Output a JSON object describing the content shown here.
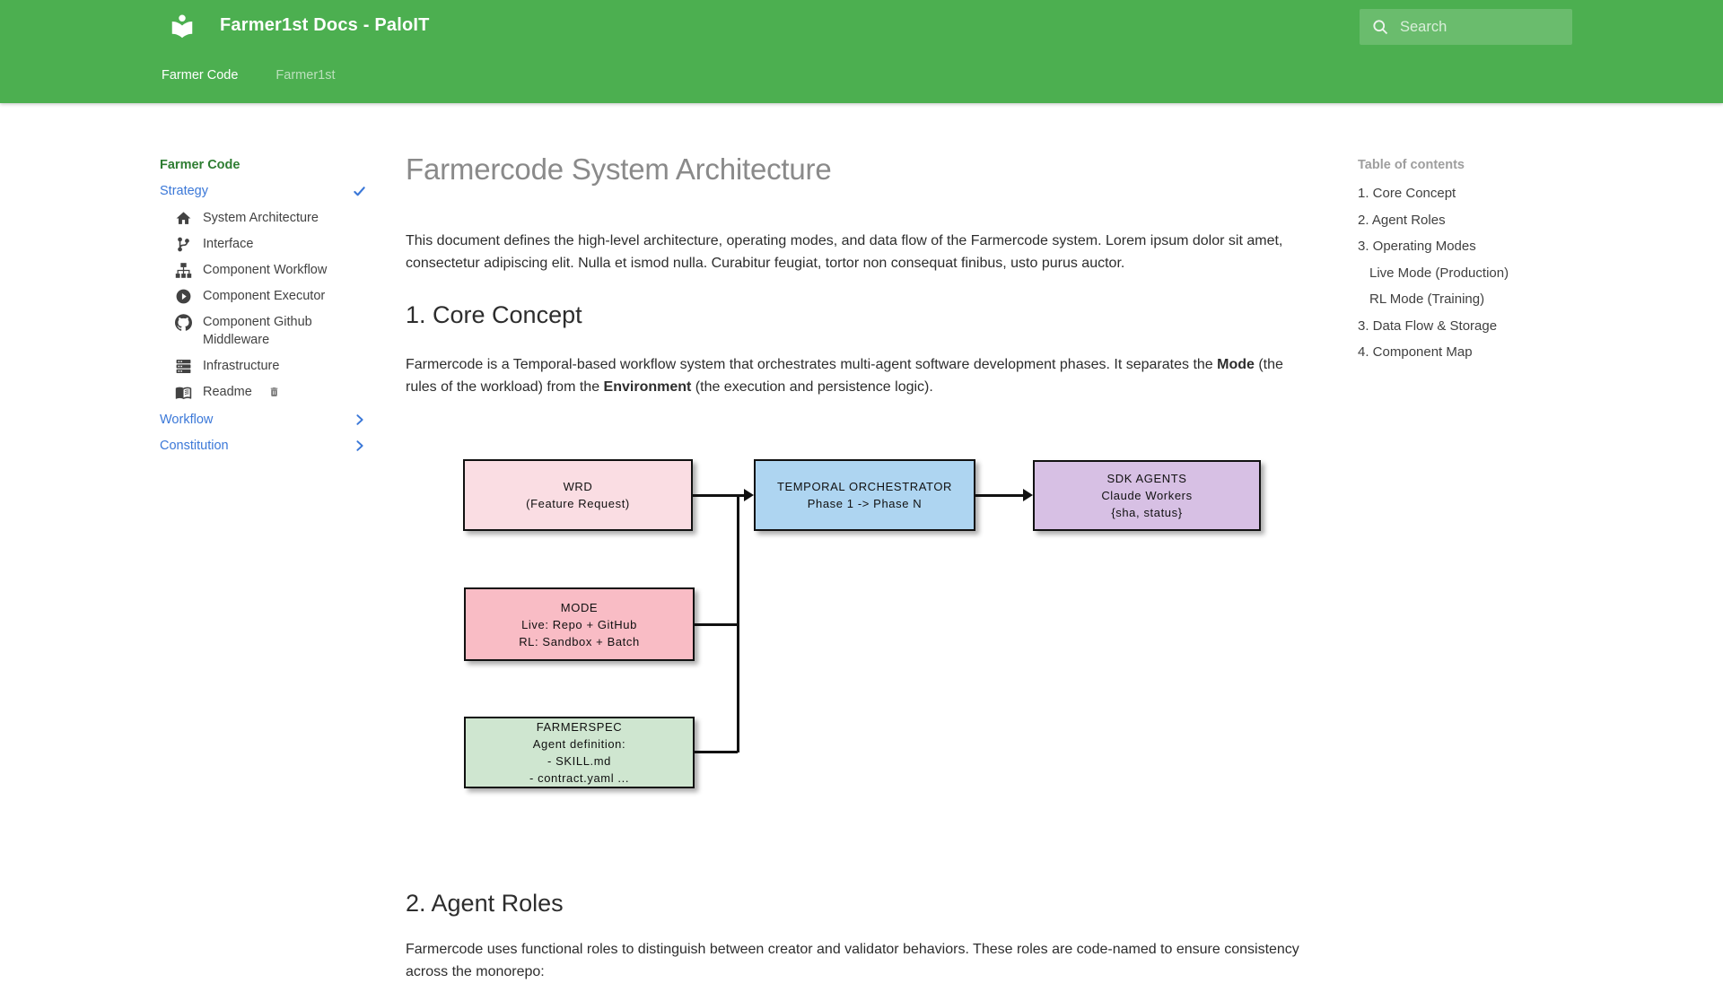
{
  "colors": {
    "header_green": "#4caf50",
    "sidebar_section_green": "#2e7d32",
    "link_blue": "#3b78d8",
    "h1_grey": "#8a8a8a",
    "box_wrd": "#fadde3",
    "box_orchestrator": "#aed5f1",
    "box_sdk": "#d7c0e4",
    "box_mode": "#f9bcc5",
    "box_farmerspec": "#cfe6d0"
  },
  "header": {
    "title": "Farmer1st Docs - PaloIT",
    "search": {
      "placeholder": "Search"
    },
    "tabs": [
      {
        "label": "Farmer Code",
        "active": true
      },
      {
        "label": "Farmer1st",
        "active": false
      }
    ]
  },
  "sidebar": {
    "section_title": "Farmer Code",
    "strategy": {
      "label": "Strategy",
      "state": "expanded"
    },
    "items": [
      {
        "icon": "home-icon",
        "label": "System Architecture"
      },
      {
        "icon": "branch-icon",
        "label": "Interface"
      },
      {
        "icon": "sitemap-icon",
        "label": "Component Workflow"
      },
      {
        "icon": "play-circle-icon",
        "label": "Component Executor"
      },
      {
        "icon": "github-icon",
        "label": "Component Github Middleware"
      },
      {
        "icon": "server-icon",
        "label": "Infrastructure"
      },
      {
        "icon": "book-open-icon",
        "label": "Readme",
        "trailing_icon": "trash-icon"
      }
    ],
    "links": [
      {
        "label": "Workflow",
        "state": "collapsed"
      },
      {
        "label": "Constitution",
        "state": "collapsed"
      }
    ]
  },
  "main": {
    "h1": "Farmercode System Architecture",
    "intro": "This document defines the high-level architecture, operating modes, and data flow of the Farmercode system. Lorem ipsum dolor sit amet, consectetur adipiscing elit. Nulla et ismod nulla. Curabitur feugiat, tortor non consequat finibus, usto purus auctor.",
    "section1_heading": "1. Core Concept",
    "core_paragraph": {
      "pre": "Farmercode is a Temporal-based workflow system that orchestrates multi-agent software development phases. It separates the ",
      "bold1": "Mode",
      "mid": " (the rules of the workload) from the ",
      "bold2": "Environment",
      "post": " (the execution and persistence logic)."
    },
    "section2_heading": "2. Agent Roles",
    "roles_paragraph": "Farmercode uses functional roles to distinguish between creator and validator behaviors. These roles are code-named to ensure consistency across the monorepo:"
  },
  "diagram": {
    "boxes": [
      {
        "id": "wrd",
        "lines": [
          "WRD",
          "(Feature Request)"
        ]
      },
      {
        "id": "temporal-orchestrator",
        "lines": [
          "TEMPORAL ORCHESTRATOR",
          "Phase 1 -> Phase N"
        ]
      },
      {
        "id": "sdk-agents",
        "lines": [
          "SDK AGENTS",
          "Claude Workers",
          "{sha, status}"
        ]
      },
      {
        "id": "mode",
        "lines": [
          "MODE",
          "Live: Repo + GitHub",
          "RL: Sandbox + Batch"
        ]
      },
      {
        "id": "farmerspec",
        "lines": [
          "FARMERSPEC",
          "Agent definition:",
          "- SKILL.md",
          "- contract.yaml ..."
        ]
      }
    ]
  },
  "toc": {
    "title": "Table of contents",
    "items": [
      {
        "label": "1. Core Concept",
        "indent": 0
      },
      {
        "label": "2. Agent Roles",
        "indent": 0
      },
      {
        "label": "3. Operating Modes",
        "indent": 0
      },
      {
        "label": "Live Mode (Production)",
        "indent": 1
      },
      {
        "label": "RL Mode (Training)",
        "indent": 1
      },
      {
        "label": "3. Data Flow & Storage",
        "indent": 0
      },
      {
        "label": "4. Component Map",
        "indent": 0
      }
    ]
  }
}
